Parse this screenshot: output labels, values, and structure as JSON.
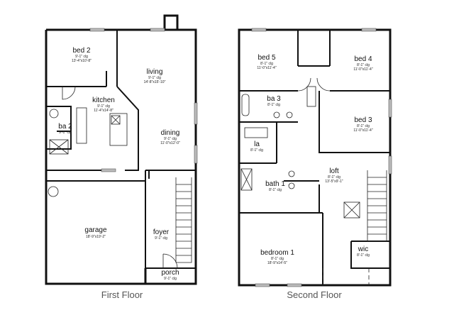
{
  "first_floor": {
    "caption": "First Floor",
    "rooms": [
      {
        "name": "bed 2",
        "clg": "9'-1\" clg",
        "size": "13'-4\"x10'-8\""
      },
      {
        "name": "living",
        "clg": "9'-1\" clg",
        "size": "14'-8\"x15'-10\""
      },
      {
        "name": "kitchen",
        "clg": "9'-1\" clg",
        "size": "11'-4\"x14'-8\""
      },
      {
        "name": "ba 2",
        "clg": "9'-1\" clg",
        "size": ""
      },
      {
        "name": "dining",
        "clg": "9'-1\" clg",
        "size": "11'-0\"x12'-0\""
      },
      {
        "name": "garage",
        "clg": "",
        "size": "18'-9\"x19'-2\""
      },
      {
        "name": "foyer",
        "clg": "9'-1\" clg",
        "size": ""
      },
      {
        "name": "porch",
        "clg": "9'-1\" clg",
        "size": ""
      }
    ]
  },
  "second_floor": {
    "caption": "Second Floor",
    "rooms": [
      {
        "name": "bed 5",
        "clg": "8'-1\" clg",
        "size": "11'-0\"x11'-4\""
      },
      {
        "name": "bed 4",
        "clg": "8'-1\" clg",
        "size": "11'-0\"x11'-4\""
      },
      {
        "name": "ba 3",
        "clg": "8'-1\" clg",
        "size": ""
      },
      {
        "name": "bed 3",
        "clg": "8'-1\" clg",
        "size": "11'-0\"x11'-4\""
      },
      {
        "name": "la",
        "clg": "8'-1\" clg",
        "size": ""
      },
      {
        "name": "loft",
        "clg": "8'-1\" clg",
        "size": "13'-5\"x9'-1\""
      },
      {
        "name": "bath 1",
        "clg": "8'-1\" clg",
        "size": ""
      },
      {
        "name": "wic",
        "clg": "8'-1\" clg",
        "size": ""
      },
      {
        "name": "bedroom 1",
        "clg": "8'-1\" clg",
        "size": "18'-9\"x14'-5\""
      }
    ]
  }
}
